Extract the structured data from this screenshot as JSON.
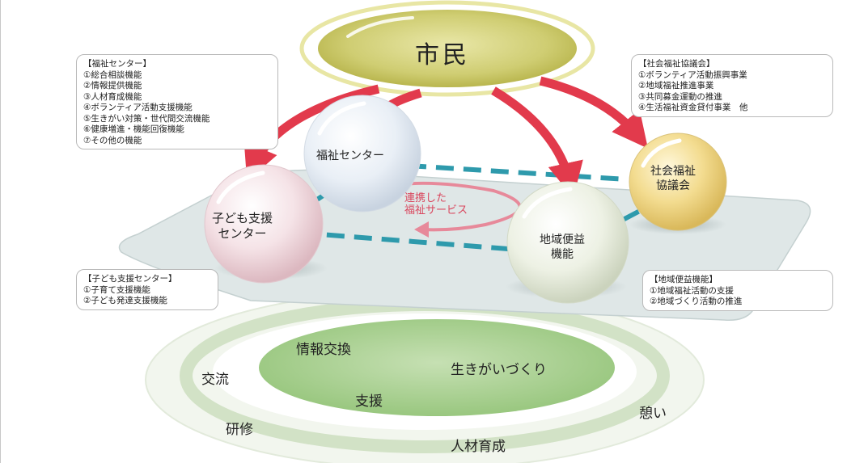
{
  "citizen": "市民",
  "spheres": {
    "welfare_center": "福祉センター",
    "child_support": [
      "子ども支援",
      "センター"
    ],
    "social_welfare": [
      "社会福祉",
      "協議会"
    ],
    "regional": [
      "地域便益",
      "機能"
    ]
  },
  "center_label": [
    "連携した",
    "福祉サービス"
  ],
  "boxes": {
    "welfare_center": {
      "title": "【福祉センター】",
      "items": [
        "①総合相談機能",
        "②情報提供機能",
        "③人材育成機能",
        "④ボランティア活動支援機能",
        "⑤生きがい対策・世代間交流機能",
        "⑥健康増進・機能回復機能",
        "⑦その他の機能"
      ]
    },
    "social_welfare": {
      "title": "【社会福祉協議会】",
      "items": [
        "①ボランティア活動振興事業",
        "②地域福祉推進事業",
        "③共同募金運動の推進",
        "④生活福祉資金貸付事業　他"
      ]
    },
    "child_support": {
      "title": "【子ども支援センター】",
      "items": [
        "①子育て支援機能",
        "②子ども発達支援機能"
      ]
    },
    "regional": {
      "title": "【地域便益機能】",
      "items": [
        "①地域福祉活動の支援",
        "②地域づくり活動の推進"
      ]
    }
  },
  "rings": [
    "情報交換",
    "生きがいづくり",
    "交流",
    "支援",
    "憩い",
    "研修",
    "人材育成"
  ],
  "colors": {
    "arrow": "#e23a4c",
    "dash": "#2e9aac",
    "platform": "#dfe7e7",
    "citizen": "#c9c767",
    "ring_inner": "#a8cf8e"
  }
}
